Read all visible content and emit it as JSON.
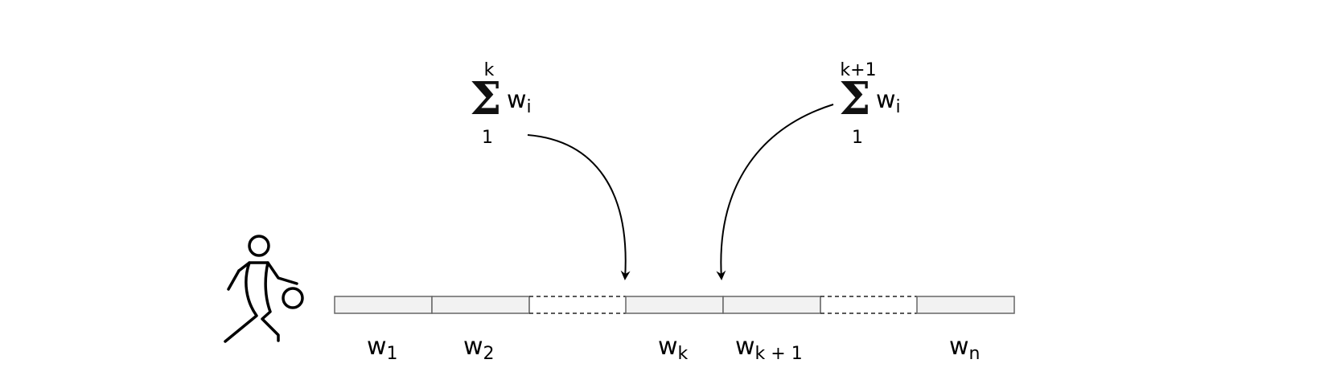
{
  "weights": [
    {
      "base": "w",
      "sub": "1"
    },
    {
      "base": "w",
      "sub": "2"
    },
    {
      "base": "w",
      "sub": "k"
    },
    {
      "base": "w",
      "sub": "k + 1"
    },
    {
      "base": "w",
      "sub": "n"
    }
  ],
  "sums": [
    {
      "upper": "k",
      "lower": "1",
      "sigma": "Σ",
      "term_base": "w",
      "term_sub": "i"
    },
    {
      "upper": "k+1",
      "lower": "1",
      "sigma": "Σ",
      "term_base": "w",
      "term_sub": "i"
    }
  ],
  "icons": {
    "player": "basketball-player-icon"
  },
  "colors": {
    "segment_fill": "#f2f2f2",
    "segment_stroke": "#666666",
    "ink": "#000000"
  }
}
